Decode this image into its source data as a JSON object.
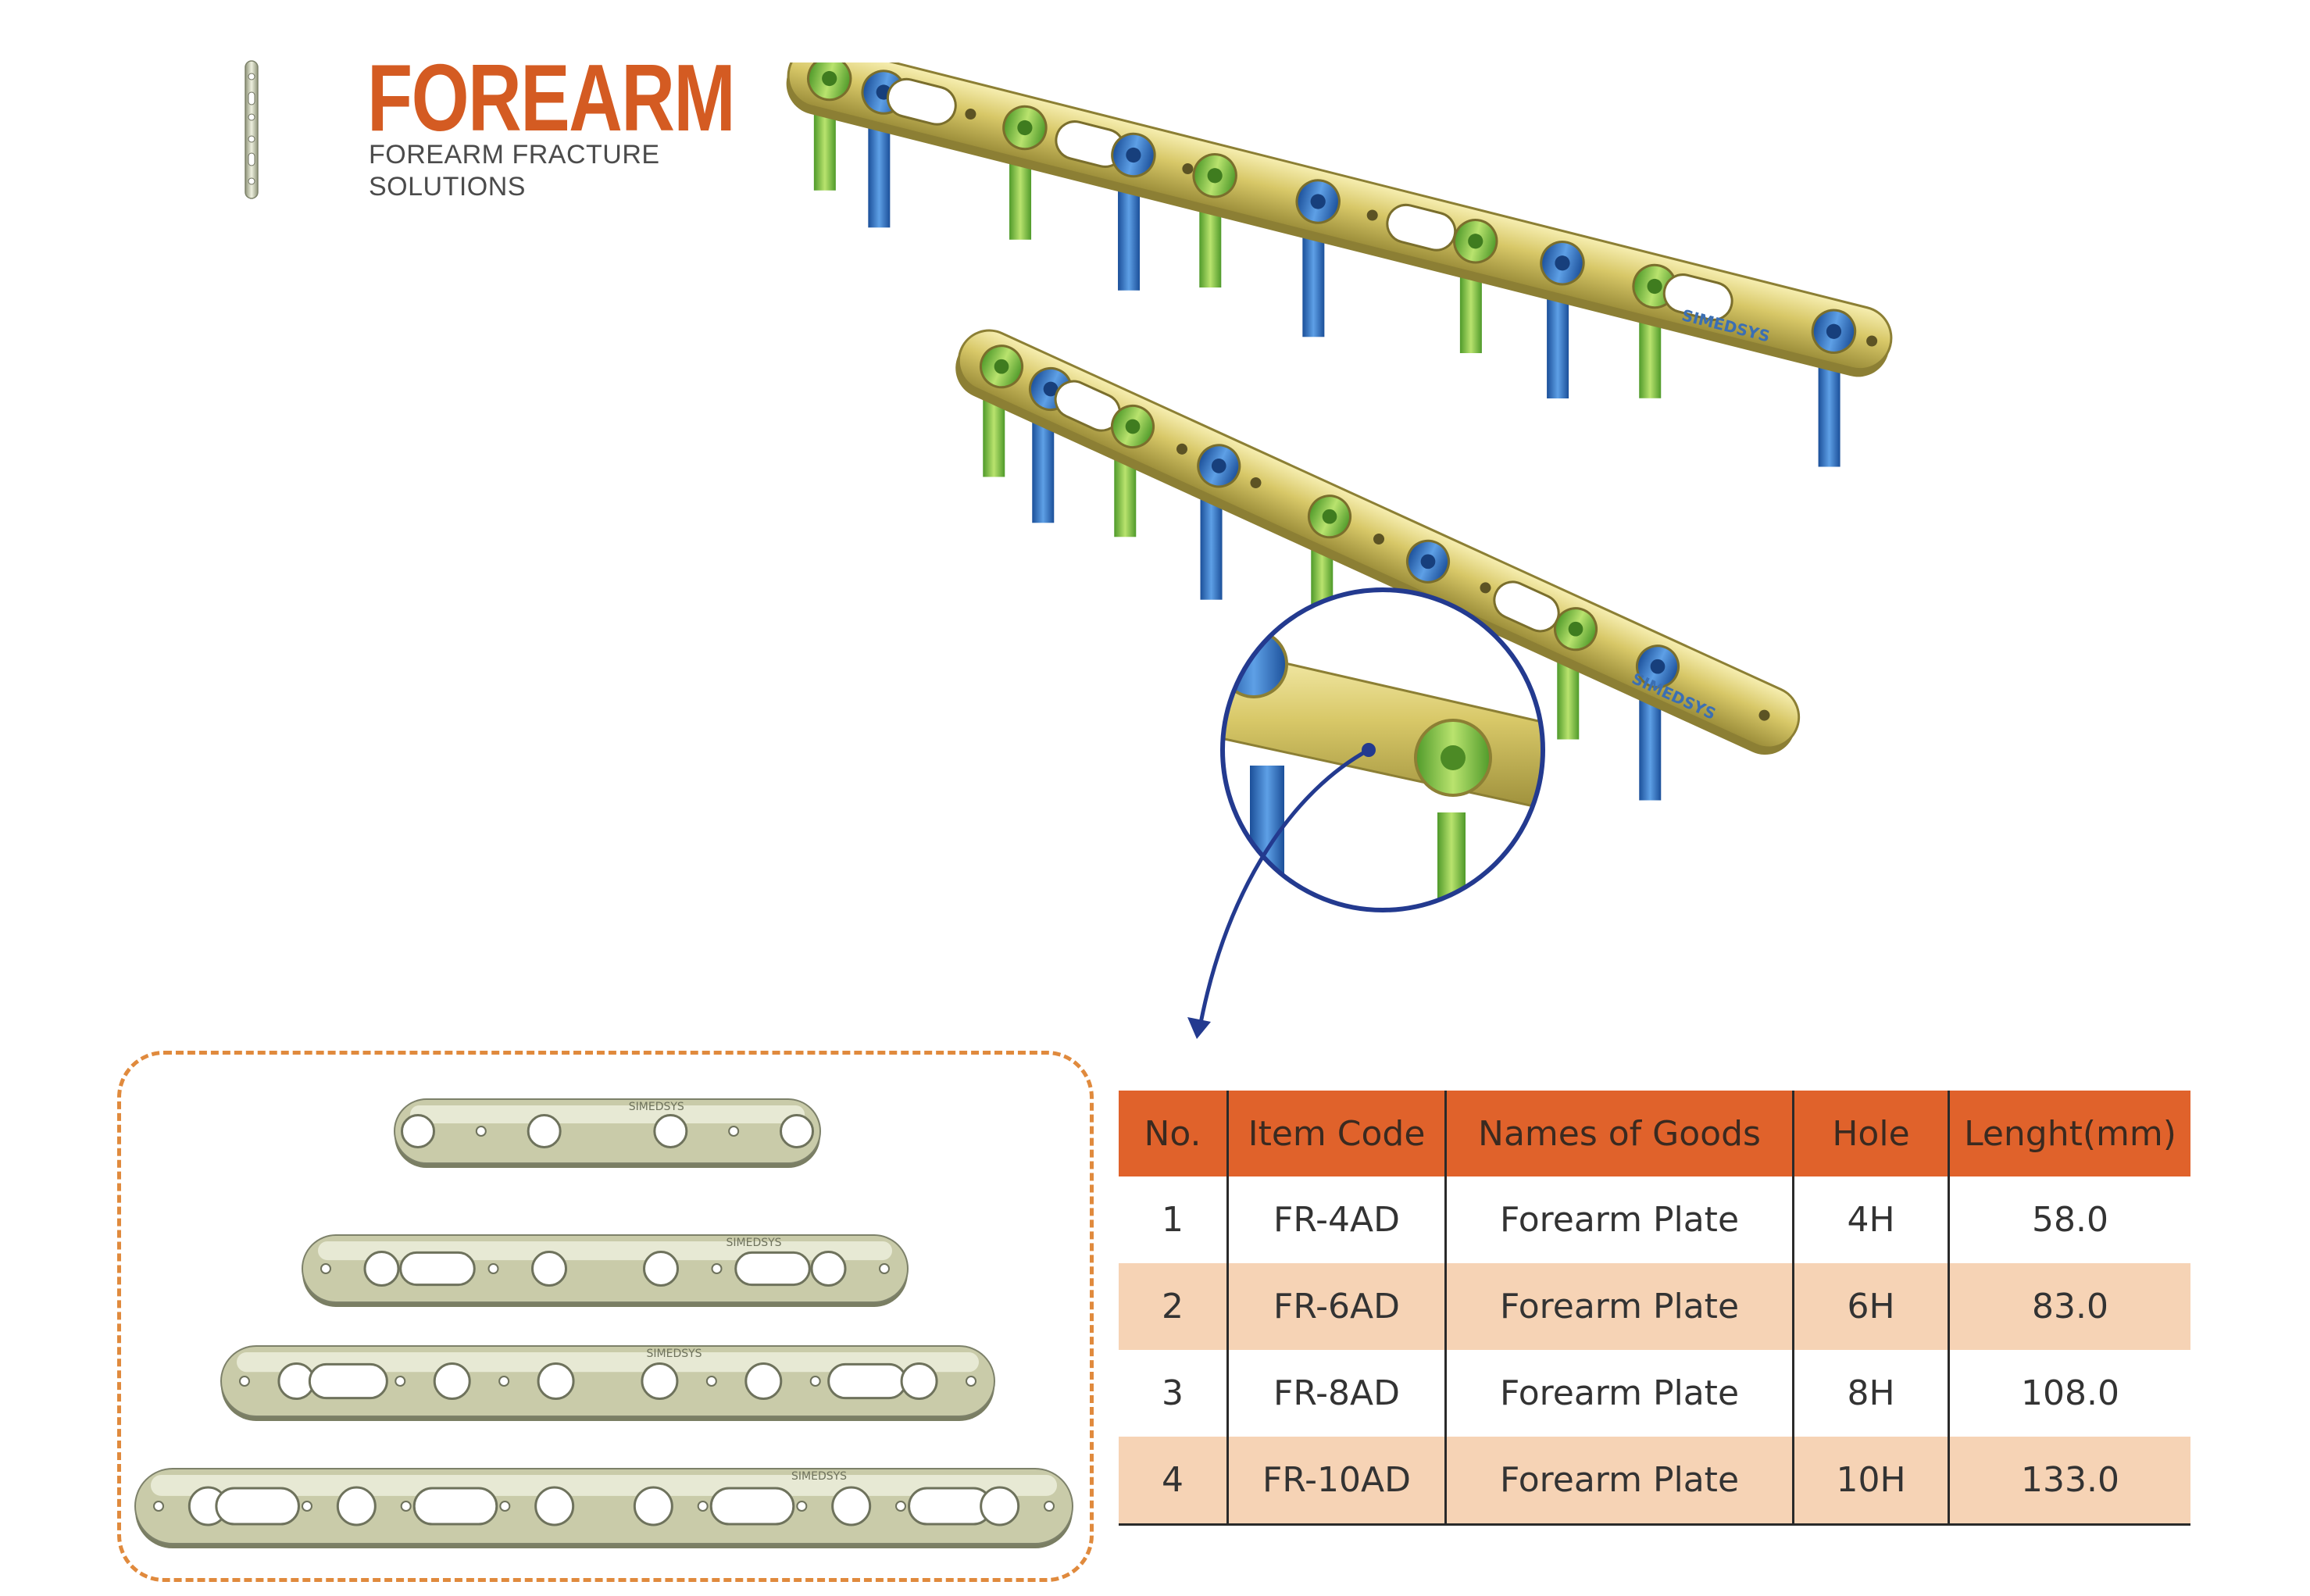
{
  "header": {
    "title": "FOREARM",
    "subtitle": "FOREARM FRACTURE SOLUTIONS"
  },
  "plates": {
    "engraving": "SIMEDSYS"
  },
  "table": {
    "columns": [
      "No.",
      "Item Code",
      "Names of Goods",
      "Hole",
      "Lenght(mm)"
    ],
    "rows": [
      [
        "1",
        "FR-4AD",
        "Forearm Plate",
        "4H",
        "58.0"
      ],
      [
        "2",
        "FR-6AD",
        "Forearm Plate",
        "6H",
        "83.0"
      ],
      [
        "3",
        "FR-8AD",
        "Forearm Plate",
        "8H",
        "108.0"
      ],
      [
        "4",
        "FR-10AD",
        "Forearm Plate",
        "10H",
        "133.0"
      ]
    ]
  },
  "colors": {
    "accent": "#d45b22",
    "header_bg": "#e0622b",
    "row_alt": "#f6d3b5",
    "plate_gold": "#cfc063",
    "screw_blue": "#2f6fc0",
    "screw_green": "#7fc341",
    "callout_blue": "#233a8f"
  }
}
